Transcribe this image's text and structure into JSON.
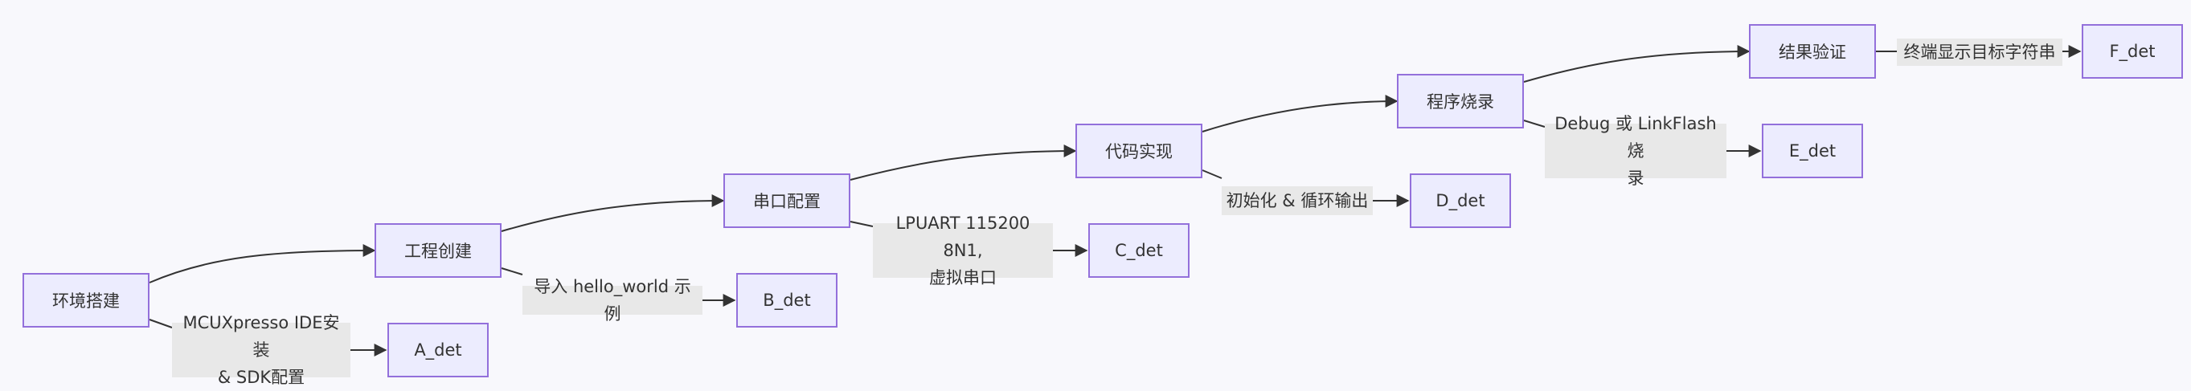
{
  "nodes": {
    "A": "环境搭建",
    "B": "工程创建",
    "C": "串口配置",
    "D": "代码实现",
    "E": "程序烧录",
    "F": "结果验证",
    "A_det": "A_det",
    "B_det": "B_det",
    "C_det": "C_det",
    "D_det": "D_det",
    "E_det": "E_det",
    "F_det": "F_det"
  },
  "edge_labels": {
    "A_det": "MCUXpresso IDE安装\n& SDK配置",
    "B_det": "导入 hello_world 示例",
    "C_det": "LPUART 115200 8N1,\n虚拟串口",
    "D_det": "初始化 & 循环输出",
    "E_det": "Debug 或 LinkFlash 烧\n录",
    "F_det": "终端显示目标字符串"
  },
  "colors": {
    "node_fill": "#ececfe",
    "node_border": "#9370db",
    "edge": "#333333",
    "label_bg": "#e8e8e8",
    "background": "#f8f8fc"
  }
}
